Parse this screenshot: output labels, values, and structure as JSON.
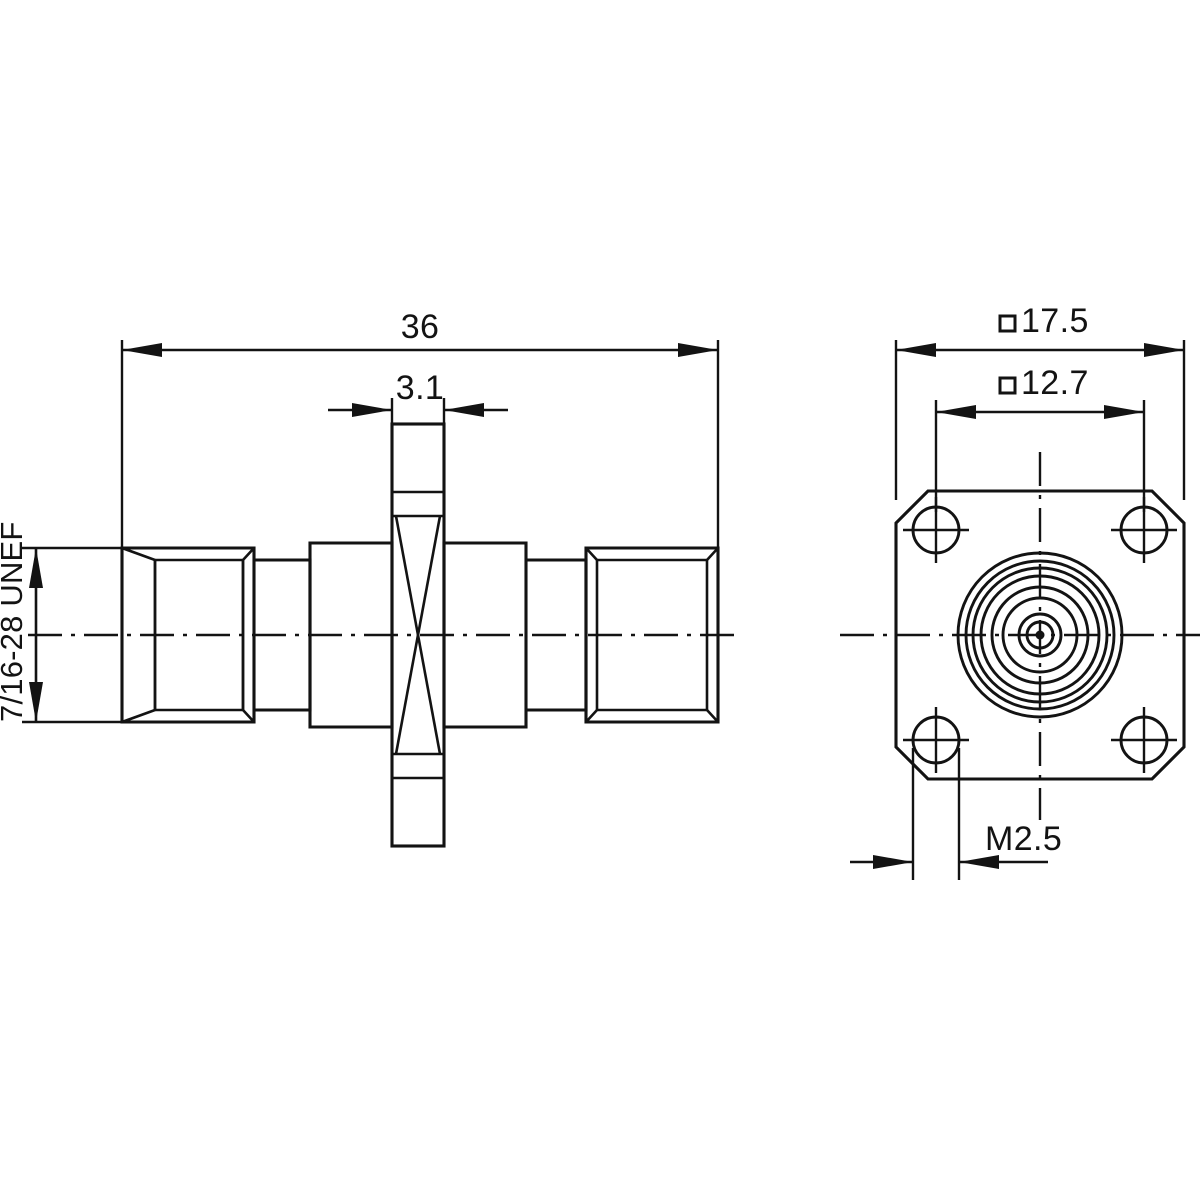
{
  "drawing": {
    "title": "Coaxial RF adapter — 4-hole flange mount, engineering drawing",
    "units": "mm",
    "line_color": "#131313",
    "background_color": "#ffffff",
    "views": [
      {
        "name": "side-elevation-view",
        "position": "left"
      },
      {
        "name": "flange-front-view",
        "position": "right"
      }
    ],
    "dimensions": {
      "overall_length": {
        "label": "36",
        "name": "dimension-overall-length",
        "view": "side-elevation-view",
        "orientation": "horizontal",
        "arrow_style": "outward-ends"
      },
      "flange_thickness": {
        "label": "3.1",
        "name": "dimension-flange-thickness",
        "view": "side-elevation-view",
        "orientation": "horizontal",
        "arrow_style": "inward-pointing"
      },
      "thread_spec": {
        "label": "7/16-28 UNEF",
        "name": "dimension-thread-spec",
        "view": "side-elevation-view",
        "orientation": "vertical-rotated",
        "arrow_style": "double-headed"
      },
      "flange_width": {
        "label": "17.5",
        "prefix_symbol": "square",
        "name": "dimension-flange-width",
        "view": "flange-front-view",
        "orientation": "horizontal",
        "arrow_style": "outward-ends"
      },
      "hole_spacing": {
        "label": "12.7",
        "prefix_symbol": "square",
        "name": "dimension-hole-spacing",
        "view": "flange-front-view",
        "orientation": "horizontal",
        "arrow_style": "outward-ends"
      },
      "mounting_thread": {
        "label": "M2.5",
        "name": "dimension-mounting-thread",
        "view": "flange-front-view",
        "orientation": "horizontal",
        "arrow_style": "inward-pointing"
      }
    },
    "features": {
      "mounting_holes_count": 4,
      "concentric_rings_count": 8,
      "corner_chamfers": 4,
      "threaded_ends": 2
    }
  }
}
